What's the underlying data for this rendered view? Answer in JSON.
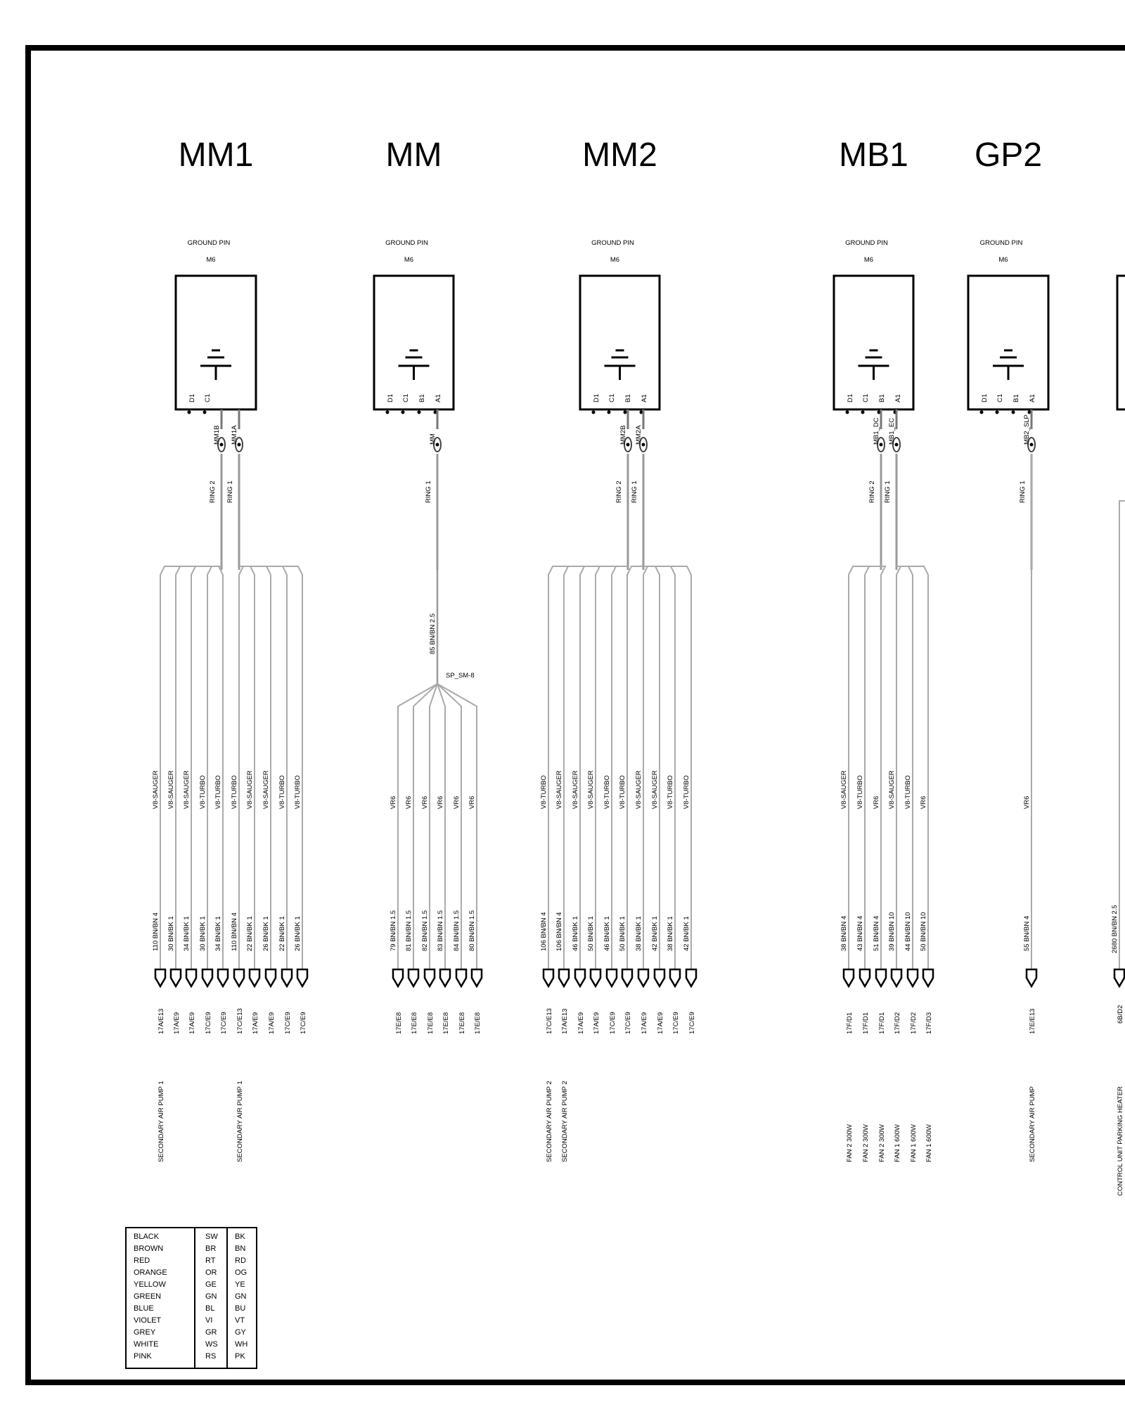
{
  "modules": [
    {
      "id": "MM1",
      "title": "MM1",
      "ground_pin_label": "GROUND PIN",
      "stud_size": "M6",
      "pins": [
        "D1",
        "C1"
      ],
      "rings": [
        {
          "connector": "MM1B",
          "label": "RING 2"
        },
        {
          "connector": "MM1A",
          "label": "RING 1"
        }
      ],
      "splice": null,
      "wires": [
        {
          "variant": "V8-SAUGER",
          "gauge": "110 BN/BN 4",
          "terminal": "17A/E13",
          "function": "SECONDARY AIR PUMP   1"
        },
        {
          "variant": "V8-SAUGER",
          "gauge": "30 BN/BK 1",
          "terminal": "17A/E9",
          "function": ""
        },
        {
          "variant": "V8-SAUGER",
          "gauge": "34 BN/BK 1",
          "terminal": "17A/E9",
          "function": ""
        },
        {
          "variant": "V8-TURBO",
          "gauge": "30 BN/BK 1",
          "terminal": "17C/E9",
          "function": ""
        },
        {
          "variant": "V8-TURBO",
          "gauge": "34 BN/BK 1",
          "terminal": "17C/E9",
          "function": ""
        },
        {
          "variant": "V8-TURBO",
          "gauge": "110 BN/BN 4",
          "terminal": "17C/E13",
          "function": "SECONDARY AIR PUMP   1"
        },
        {
          "variant": "V8-SAUGER",
          "gauge": "22 BN/BK 1",
          "terminal": "17A/E9",
          "function": ""
        },
        {
          "variant": "V8-SAUGER",
          "gauge": "26 BN/BK 1",
          "terminal": "17A/E9",
          "function": ""
        },
        {
          "variant": "V8-TURBO",
          "gauge": "22 BN/BK 1",
          "terminal": "17C/E9",
          "function": ""
        },
        {
          "variant": "V8-TURBO",
          "gauge": "26 BN/BK 1",
          "terminal": "17C/E9",
          "function": ""
        }
      ]
    },
    {
      "id": "MM",
      "title": "MM",
      "ground_pin_label": "GROUND PIN",
      "stud_size": "M6",
      "pins": [
        "D1",
        "C1",
        "B1",
        "A1"
      ],
      "rings": [
        {
          "connector": "MM",
          "label": "RING 1"
        }
      ],
      "splice": {
        "name": "SP_SM-8",
        "trunk": "85 BN/BN 2.5"
      },
      "wires": [
        {
          "variant": "VR6",
          "gauge": "79 BN/BN 1.5",
          "terminal": "17E/E8",
          "function": ""
        },
        {
          "variant": "VR6",
          "gauge": "81 BN/BN 1.5",
          "terminal": "17E/E8",
          "function": ""
        },
        {
          "variant": "VR6",
          "gauge": "82 BN/BN 1.5",
          "terminal": "17E/E8",
          "function": ""
        },
        {
          "variant": "VR6",
          "gauge": "83 BN/BN 1.5",
          "terminal": "17E/E8",
          "function": ""
        },
        {
          "variant": "VR6",
          "gauge": "84 BN/BN 1.5",
          "terminal": "17E/E8",
          "function": ""
        },
        {
          "variant": "VR6",
          "gauge": "80 BN/BN 1.5",
          "terminal": "17E/E8",
          "function": ""
        }
      ]
    },
    {
      "id": "MM2",
      "title": "MM2",
      "ground_pin_label": "GROUND PIN",
      "stud_size": "M6",
      "pins": [
        "D1",
        "C1",
        "B1",
        "A1"
      ],
      "rings": [
        {
          "connector": "MM2B",
          "label": "RING 2"
        },
        {
          "connector": "MM2A",
          "label": "RING 1"
        }
      ],
      "splice": null,
      "wires": [
        {
          "variant": "V8-TURBO",
          "gauge": "106 BN/BN 4",
          "terminal": "17C/E13",
          "function": "SECONDARY AIR PUMP   2"
        },
        {
          "variant": "V8-SAUGER",
          "gauge": "106 BN/BN 4",
          "terminal": "17A/E13",
          "function": "SECONDARY AIR PUMP   2"
        },
        {
          "variant": "V8-SAUGER",
          "gauge": "46 BN/BK 1",
          "terminal": "17A/E9",
          "function": ""
        },
        {
          "variant": "V8-SAUGER",
          "gauge": "50 BN/BK 1",
          "terminal": "17A/E9",
          "function": ""
        },
        {
          "variant": "V8-TURBO",
          "gauge": "46 BN/BK 1",
          "terminal": "17C/E9",
          "function": ""
        },
        {
          "variant": "V8-TURBO",
          "gauge": "50 BN/BK 1",
          "terminal": "17C/E9",
          "function": ""
        },
        {
          "variant": "V8-SAUGER",
          "gauge": "38 BN/BK 1",
          "terminal": "17A/E9",
          "function": ""
        },
        {
          "variant": "V8-SAUGER",
          "gauge": "42 BN/BK 1",
          "terminal": "17A/E9",
          "function": ""
        },
        {
          "variant": "V8-TURBO",
          "gauge": "38 BN/BK 1",
          "terminal": "17C/E9",
          "function": ""
        },
        {
          "variant": "V8-TURBO",
          "gauge": "42 BN/BK 1",
          "terminal": "17C/E9",
          "function": ""
        }
      ]
    },
    {
      "id": "MB1",
      "title": "MB1",
      "ground_pin_label": "GROUND PIN",
      "stud_size": "M6",
      "pins": [
        "D1",
        "C1",
        "B1",
        "A1"
      ],
      "rings": [
        {
          "connector": "MB1_DC",
          "label": "RING 2"
        },
        {
          "connector": "MB1_EC",
          "label": "RING 1"
        }
      ],
      "splice": null,
      "wires": [
        {
          "variant": "V8-SAUGER",
          "gauge": "38 BN/BN 4",
          "terminal": "17F/D1",
          "function": "FAN 2    300W"
        },
        {
          "variant": "V8-TURBO",
          "gauge": "43 BN/BN 4",
          "terminal": "17F/D1",
          "function": "FAN 2    300W"
        },
        {
          "variant": "VR6",
          "gauge": "51 BN/BN 4",
          "terminal": "17F/D1",
          "function": "FAN 2    300W"
        },
        {
          "variant": "V8-SAUGER",
          "gauge": "39 BN/BN 10",
          "terminal": "17F/D2",
          "function": "FAN 1    600W"
        },
        {
          "variant": "V8-TURBO",
          "gauge": "44 BN/BN 10",
          "terminal": "17F/D2",
          "function": "FAN 1    600W"
        },
        {
          "variant": "VR6",
          "gauge": "50 BN/BN 10",
          "terminal": "17F/D3",
          "function": "FAN 1    600W"
        }
      ]
    },
    {
      "id": "GP2",
      "title": "GP2",
      "ground_pin_label": "GROUND PIN",
      "stud_size": "M6",
      "pins": [
        "D1",
        "C1",
        "B1",
        "A1"
      ],
      "rings": [
        {
          "connector": "MB2_SLP",
          "label": "RING 1"
        }
      ],
      "splice": null,
      "wires": [
        {
          "variant": "VR6",
          "gauge": "55 BN/BN 4",
          "terminal": "17E/E13",
          "function": "SECONDARY AIR PUMP"
        }
      ]
    }
  ],
  "partial_module": {
    "gauge": "2680 BN/BN 2.5",
    "terminal": "6B/D2",
    "function": "CONTROL UNIT   PARKING HEATER"
  },
  "legend": {
    "names": [
      "BLACK",
      "BROWN",
      "RED",
      "ORANGE",
      "YELLOW",
      "GREEN",
      "BLUE",
      "VIOLET",
      "GREY",
      "WHITE",
      "PINK"
    ],
    "german": [
      "SW",
      "BR",
      "RT",
      "OR",
      "GE",
      "GN",
      "BL",
      "VI",
      "GR",
      "WS",
      "RS"
    ],
    "english": [
      "BK",
      "BN",
      "RD",
      "OG",
      "YE",
      "GN",
      "BU",
      "VT",
      "GY",
      "WH",
      "PK"
    ]
  }
}
